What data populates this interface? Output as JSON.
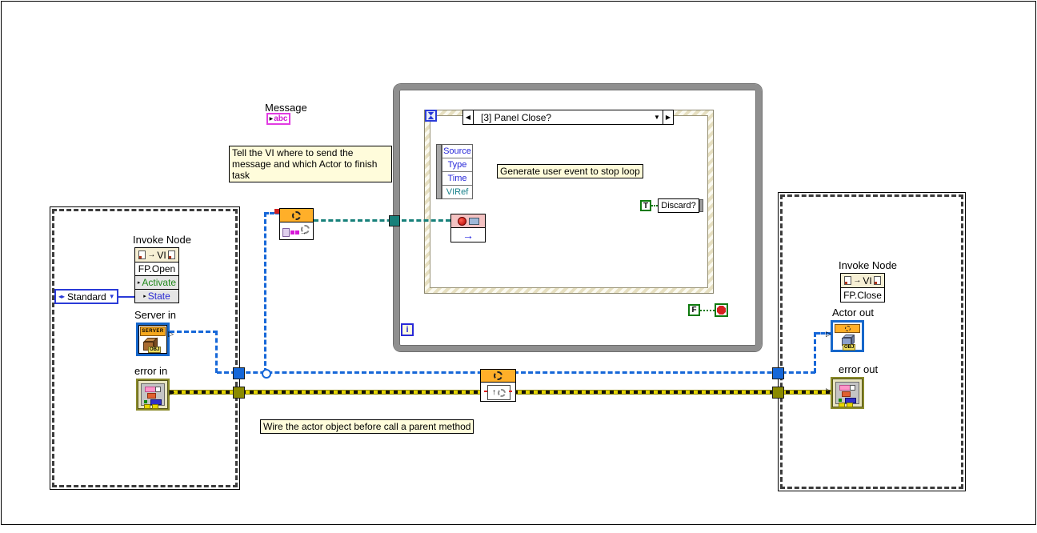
{
  "colors": {
    "object_wire_blue": "#1667D8",
    "user_event_wire_teal": "#17807A",
    "error_wire_yellow": "#E4D400",
    "boolean_green": "#0E7A0E",
    "string_magenta": "#E23BE2",
    "node_band_orange": "#FFAF29",
    "comment_bg": "#FFFCDB",
    "while_loop_gray": "#8F8F8F"
  },
  "icons": {
    "down_triangle": "▼",
    "left_triangle": "◀",
    "right_triangle": "▶",
    "nub_triangle": "▷",
    "enum_pair": "◂▸",
    "enum_down": "▼",
    "row_marker": "▸",
    "invoke_arrow": "→",
    "write_arrow": "→",
    "string_marker": "▶"
  },
  "message_constant": {
    "label": "Message",
    "value": "abc"
  },
  "comments": {
    "send_message": "Tell the VI where to send the message and which Actor to finish task",
    "generate_event": "Generate user event to stop loop",
    "wire_actor": "Wire the actor object before call a parent method"
  },
  "left_frame": {
    "invoke_node": {
      "title": "Invoke Node",
      "class": "VI",
      "method": "FP.Open",
      "properties": [
        "Activate",
        "State"
      ]
    },
    "enum_constant": {
      "value": "Standard"
    },
    "server_in": {
      "label": "Server in",
      "icon_text": "SERVER",
      "obj_text": "OBJ"
    },
    "error_in": {
      "label": "error in"
    }
  },
  "while_loop": {
    "iteration": "i",
    "continue_constant": "F"
  },
  "event_structure": {
    "selector": "[3] Panel Close?",
    "event_data": {
      "fields": [
        "Source",
        "Type",
        "Time",
        "VIRef"
      ]
    },
    "discard": {
      "constant": "T",
      "label": "Discard?"
    }
  },
  "right_frame": {
    "invoke_node": {
      "title": "Invoke Node",
      "class": "VI",
      "method": "FP.Close"
    },
    "actor_out": {
      "label": "Actor out",
      "obj_text": "OBJ"
    },
    "error_out": {
      "label": "error out"
    }
  }
}
